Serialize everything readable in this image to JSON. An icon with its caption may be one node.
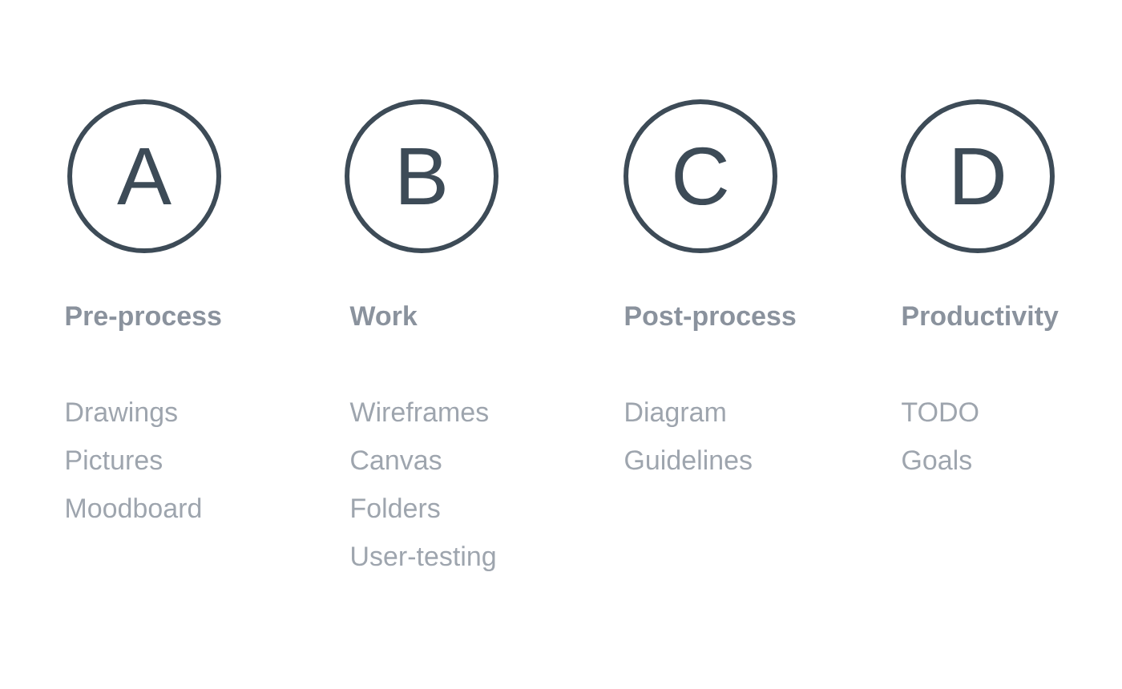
{
  "diagram": {
    "nodes": [
      {
        "text": [
          "A"
        ],
        "beside": [
          "Pre-process",
          "Drawings",
          "Pictures",
          "Moodboard"
        ]
      },
      {
        "text": [
          "B"
        ],
        "beside": [
          "Work",
          "Wireframes",
          "Canvas",
          "Folders",
          "User-testing"
        ]
      },
      {
        "text": [
          "C"
        ],
        "beside": [
          "Post-process",
          "Diagram",
          "Guidelines"
        ]
      },
      {
        "text": [
          "D"
        ],
        "beside": [
          "Productivity",
          "TODO",
          "Goals"
        ]
      }
    ]
  }
}
